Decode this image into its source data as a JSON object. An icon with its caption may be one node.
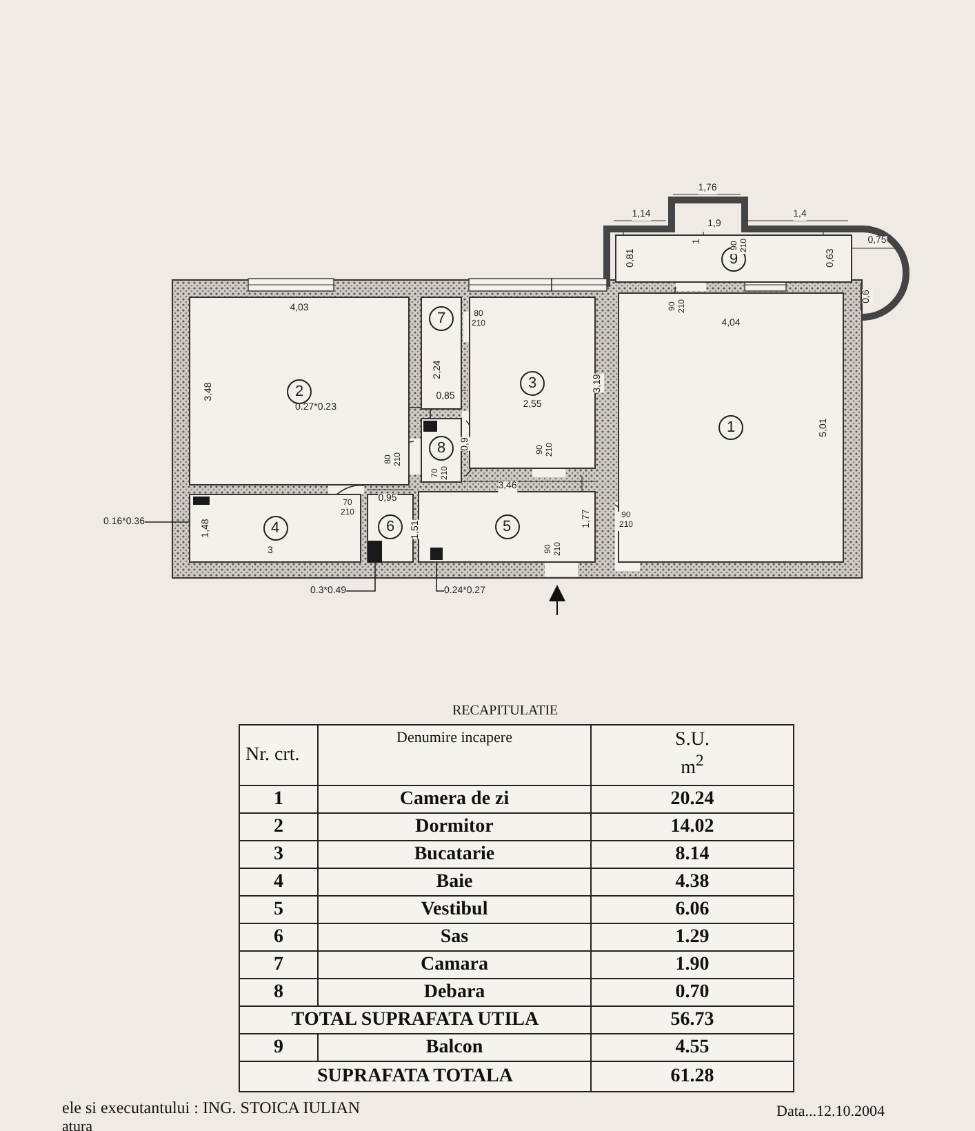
{
  "diagram": {
    "title": "RECAPITULATIE",
    "nodes": [
      {
        "text": [
          "1"
        ]
      },
      {
        "text": [
          "2"
        ]
      },
      {
        "text": [
          "3"
        ]
      },
      {
        "text": [
          "4"
        ]
      },
      {
        "text": [
          "5"
        ]
      },
      {
        "text": [
          "6"
        ]
      },
      {
        "text": [
          "7"
        ]
      },
      {
        "text": [
          "8"
        ]
      },
      {
        "text": [
          "9"
        ]
      },
      {
        "text": [
          "0.27*0.23"
        ],
        "in": 1
      },
      {
        "text": [],
        "shape": "box",
        "in": 7
      },
      {
        "text": [
          "0.16*0.36"
        ]
      },
      {
        "text": [],
        "shape": "box",
        "in": 3
      },
      {
        "text": [
          "0.3*0.49"
        ]
      },
      {
        "text": [],
        "shape": "box",
        "in": 5
      },
      {
        "text": [
          "0.24*0.27"
        ]
      },
      {
        "text": [],
        "shape": "box",
        "in": 4
      }
    ],
    "edges": [
      {
        "from": 9,
        "to": 10,
        "arrow": "none"
      },
      {
        "from": 11,
        "to": 12,
        "arrow": "none"
      },
      {
        "from": 13,
        "to": 14,
        "arrow": "none"
      },
      {
        "from": 15,
        "to": 16,
        "arrow": "none"
      }
    ],
    "labels": [
      "Nr. crt.",
      "Denumire incapere",
      "S.U. m$^{2}$",
      "1",
      "Camera de zi",
      "20.24",
      "2",
      "Dormitor",
      "14.02",
      "3",
      "Bucatarie",
      "8.14",
      "4",
      "Baie",
      "4.38",
      "5",
      "Vestibul",
      "6.06",
      "6",
      "Sas",
      "1.29",
      "7",
      "Camara",
      "1.90",
      "8",
      "Debara",
      "0.70",
      "TOTAL SUPRAFATA UTILA",
      "56.73",
      "9",
      "Balcon",
      "4.55",
      "SUPRAFATA TOTALA",
      "61.28",
      "ele si executantului : ING. STOICA IULIAN",
      "atura",
      "Data...12.10.2004",
      "1,76",
      "1,14",
      "1,9",
      "1,4",
      "0,81",
      "1",
      "90 210",
      "0,63",
      "0,75",
      "0,6",
      "90 210",
      "4,04",
      "5,01",
      "4,03",
      "3,48",
      "80 210",
      "2,24",
      "0,85",
      "2,55",
      "3,19",
      "0,9",
      "90 210",
      "80 210",
      "70 210",
      "0,95",
      "70 210",
      "3,46",
      "1,77",
      "90 210",
      "1,48",
      "1,51",
      "3",
      "90 210"
    ]
  }
}
